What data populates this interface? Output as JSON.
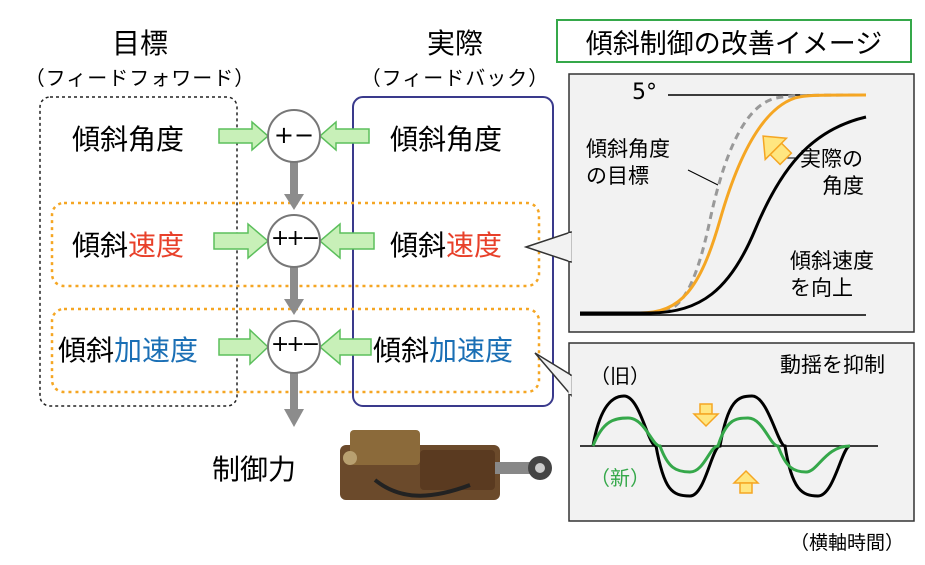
{
  "target": {
    "title": "目標",
    "subtitle": "（フィードフォワード）",
    "angle": "傾斜角度",
    "speed_prefix": "傾斜",
    "speed_colored": "速度",
    "accel_prefix": "傾斜",
    "accel_colored": "加速度"
  },
  "actual": {
    "title": "実際",
    "subtitle": "（フィードバック）",
    "angle": "傾斜角度",
    "speed_prefix": "傾斜",
    "speed_colored": "速度",
    "accel_prefix": "傾斜",
    "accel_colored": "加速度"
  },
  "summing_nodes": [
    {
      "signs": "+−"
    },
    {
      "signs": "++−"
    },
    {
      "signs": "++−"
    }
  ],
  "output_label": "制御力",
  "panel_title": "傾斜制御の改善イメージ",
  "top_graph": {
    "limit_label": "5°",
    "target_label_line1": "傾斜角度",
    "target_label_line2": "の目標",
    "actual_label_line1": "実際の",
    "actual_label_line2": "角度",
    "speed_label_line1": "傾斜速度",
    "speed_label_line2": "を向上"
  },
  "bottom_graph": {
    "old_label": "（旧）",
    "new_label": "（新）",
    "effect_label": "動揺を抑制"
  },
  "axis_note": "（横軸時間）",
  "colors": {
    "orange_accent": "#f5a623",
    "green_accent": "#35a84a",
    "red_text": "#e8402a",
    "blue_text": "#1a6fb5",
    "arrow_fill": "#c8f0b8",
    "arrow_stroke": "#5cbf5c"
  }
}
